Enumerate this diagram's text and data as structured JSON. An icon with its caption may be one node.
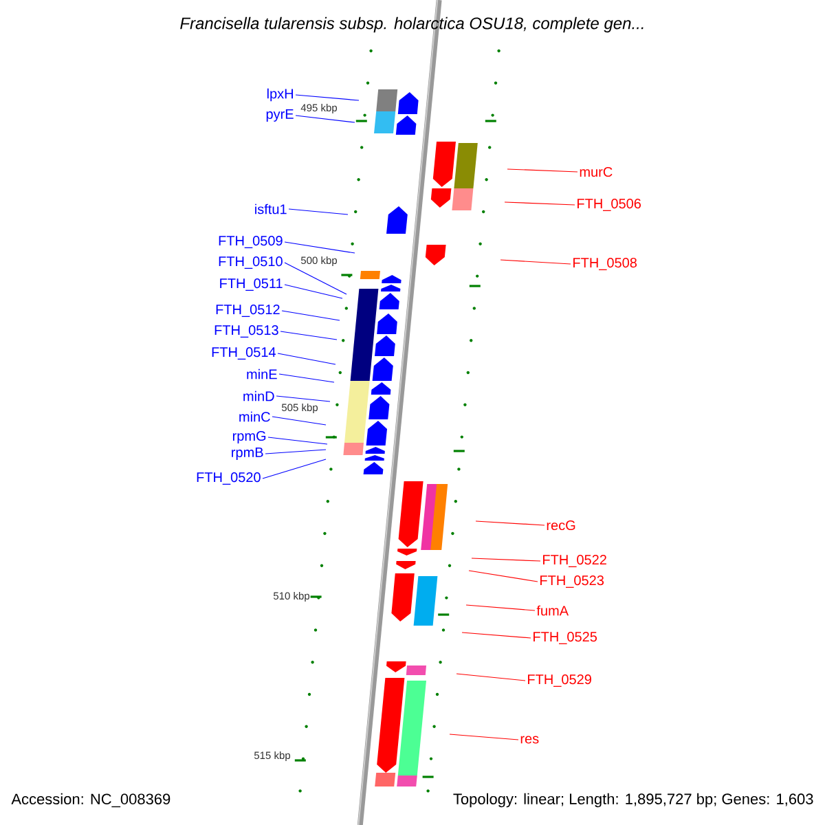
{
  "diagram": {
    "title": "Francisella tularensis subsp. holarctica OSU18, complete gen...",
    "nodes": [
      {
        "text": [
          "lpxH"
        ]
      },
      {
        "text": [
          "pyrE"
        ]
      },
      {
        "text": [
          "isftu1"
        ]
      },
      {
        "text": [
          "FTH_0509"
        ]
      },
      {
        "text": [
          "FTH_0510"
        ]
      },
      {
        "text": [
          "FTH_0511"
        ]
      },
      {
        "text": [
          "FTH_0512"
        ]
      },
      {
        "text": [
          "FTH_0513"
        ]
      },
      {
        "text": [
          "FTH_0514"
        ]
      },
      {
        "text": [
          "minE"
        ]
      },
      {
        "text": [
          "minD"
        ]
      },
      {
        "text": [
          "minC"
        ]
      },
      {
        "text": [
          "rpmG"
        ]
      },
      {
        "text": [
          "rpmB"
        ]
      },
      {
        "text": [
          "FTH_0520"
        ]
      },
      {
        "text": [
          "murC"
        ]
      },
      {
        "text": [
          "FTH_0506"
        ]
      },
      {
        "text": [
          "FTH_0508"
        ]
      },
      {
        "text": [
          "recG"
        ]
      },
      {
        "text": [
          "FTH_0522"
        ]
      },
      {
        "text": [
          "FTH_0523"
        ]
      },
      {
        "text": [
          "fumA"
        ]
      },
      {
        "text": [
          "FTH_0525"
        ]
      },
      {
        "text": [
          "FTH_0529"
        ]
      },
      {
        "text": [
          "res"
        ]
      }
    ],
    "edges": [
      {
        "from": 0,
        "to": null,
        "arrow": "none"
      },
      {
        "from": 1,
        "to": null,
        "arrow": "none"
      },
      {
        "from": 2,
        "to": null,
        "arrow": "none"
      },
      {
        "from": 3,
        "to": null,
        "arrow": "none"
      },
      {
        "from": 4,
        "to": null,
        "arrow": "none"
      },
      {
        "from": 5,
        "to": null,
        "arrow": "none"
      },
      {
        "from": 6,
        "to": null,
        "arrow": "none"
      },
      {
        "from": 7,
        "to": null,
        "arrow": "none"
      },
      {
        "from": 8,
        "to": null,
        "arrow": "none"
      },
      {
        "from": 9,
        "to": null,
        "arrow": "none"
      },
      {
        "from": 10,
        "to": null,
        "arrow": "none"
      },
      {
        "from": 11,
        "to": null,
        "arrow": "none"
      },
      {
        "from": 12,
        "to": null,
        "arrow": "none"
      },
      {
        "from": 13,
        "to": null,
        "arrow": "none"
      },
      {
        "from": 14,
        "to": null,
        "arrow": "none"
      },
      {
        "from": 15,
        "to": null,
        "arrow": "none",
        "color": "#ff0000"
      },
      {
        "from": 16,
        "to": null,
        "arrow": "none",
        "color": "#ff0000"
      },
      {
        "from": 17,
        "to": null,
        "arrow": "none",
        "color": "#ff0000"
      },
      {
        "from": 18,
        "to": null,
        "arrow": "none",
        "color": "#ff0000"
      },
      {
        "from": 19,
        "to": null,
        "arrow": "none",
        "color": "#ff0000"
      },
      {
        "from": 20,
        "to": null,
        "arrow": "none",
        "color": "#ff0000"
      },
      {
        "from": 21,
        "to": null,
        "arrow": "none",
        "color": "#ff0000"
      },
      {
        "from": 22,
        "to": null,
        "arrow": "none",
        "color": "#ff0000"
      },
      {
        "from": 23,
        "to": null,
        "arrow": "none",
        "color": "#ff0000"
      },
      {
        "from": 24,
        "to": null,
        "arrow": "none",
        "color": "#ff0000"
      }
    ],
    "labels": [
      "495 kbp",
      "500 kbp",
      "505 kbp",
      "510 kbp",
      "515 kbp",
      "Accession: NC_008369",
      "Topology: linear; Length: 1,895,727 bp; Genes: 1,603"
    ]
  }
}
